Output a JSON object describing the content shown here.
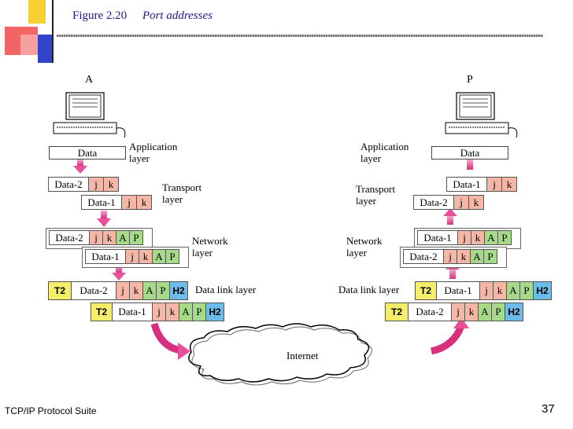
{
  "title": {
    "figure": "Figure 2.20",
    "caption": "Port addresses"
  },
  "footer": {
    "left": "TCP/IP Protocol Suite",
    "page": "37"
  },
  "hosts": {
    "left": "A",
    "right": "P"
  },
  "labels": {
    "application": [
      "Application",
      "layer"
    ],
    "transport": [
      "Transport",
      "layer"
    ],
    "network": [
      "Network",
      "layer"
    ],
    "datalink": "Data link layer",
    "internet": "Internet"
  },
  "data_label": "Data",
  "packet_text": {
    "data1": "Data-1",
    "data2": "Data-2",
    "j": "j",
    "k": "k",
    "A": "A",
    "P": "P",
    "H2": "H2",
    "T2": "T2"
  },
  "colors": {
    "port": "#f4b6a6",
    "ip": "#a6d98a",
    "h2": "#6dbbe8",
    "t2": "#f5ee6a",
    "arrow": "#e8509a"
  }
}
